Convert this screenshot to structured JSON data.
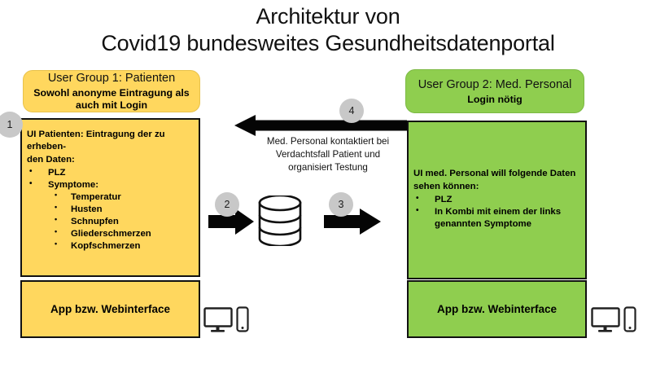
{
  "title": {
    "line1": "Architektur von",
    "line2": "Covid19 bundesweites Gesundheitsdatenportal"
  },
  "colors": {
    "patient_yellow": "#FFD75E",
    "medical_green": "#8FCE4F",
    "badge_gray": "#C8C8C8",
    "outline_black": "#111111",
    "background": "#FFFFFF"
  },
  "left_column": {
    "header": {
      "line1": "User Group 1: Patienten",
      "line2": "Sowohl anonyme Eintragung als auch mit Login"
    },
    "panel": {
      "heading_line1": "UI Patienten: Eintragung der zu erheben-",
      "heading_line2": "den Daten:",
      "bullets": [
        {
          "label": "PLZ",
          "children": []
        },
        {
          "label": "Symptome:",
          "children": [
            "Temperatur",
            "Husten",
            "Schnupfen",
            "Gliederschmerzen",
            "Kopfschmerzen"
          ]
        }
      ]
    },
    "app_label": "App bzw. Webinterface",
    "devices": [
      "monitor-icon",
      "smartphone-icon"
    ]
  },
  "right_column": {
    "header": {
      "line1": "User Group 2: Med. Personal",
      "line2": "Login nötig"
    },
    "panel": {
      "heading_line1": "UI med. Personal will folgende Daten",
      "heading_line2": "sehen können:",
      "bullets": [
        {
          "label": "PLZ",
          "wrap": ""
        },
        {
          "label": "In Kombi mit einem der links",
          "wrap": "genannten Symptome"
        }
      ]
    },
    "app_label": "App bzw. Webinterface",
    "devices": [
      "monitor-icon",
      "smartphone-icon"
    ]
  },
  "flow": {
    "steps": [
      {
        "number": "1",
        "name": "patient-entry-step"
      },
      {
        "number": "2",
        "name": "store-to-database-step"
      },
      {
        "number": "3",
        "name": "read-from-database-step"
      },
      {
        "number": "4",
        "name": "contact-patient-step"
      }
    ],
    "center_caption": {
      "line1": "Med. Personal kontaktiert bei",
      "line2": "Verdachtsfall Patient und",
      "line3": "organisiert Testung"
    },
    "database_icon": "database-cylinder-icon"
  }
}
